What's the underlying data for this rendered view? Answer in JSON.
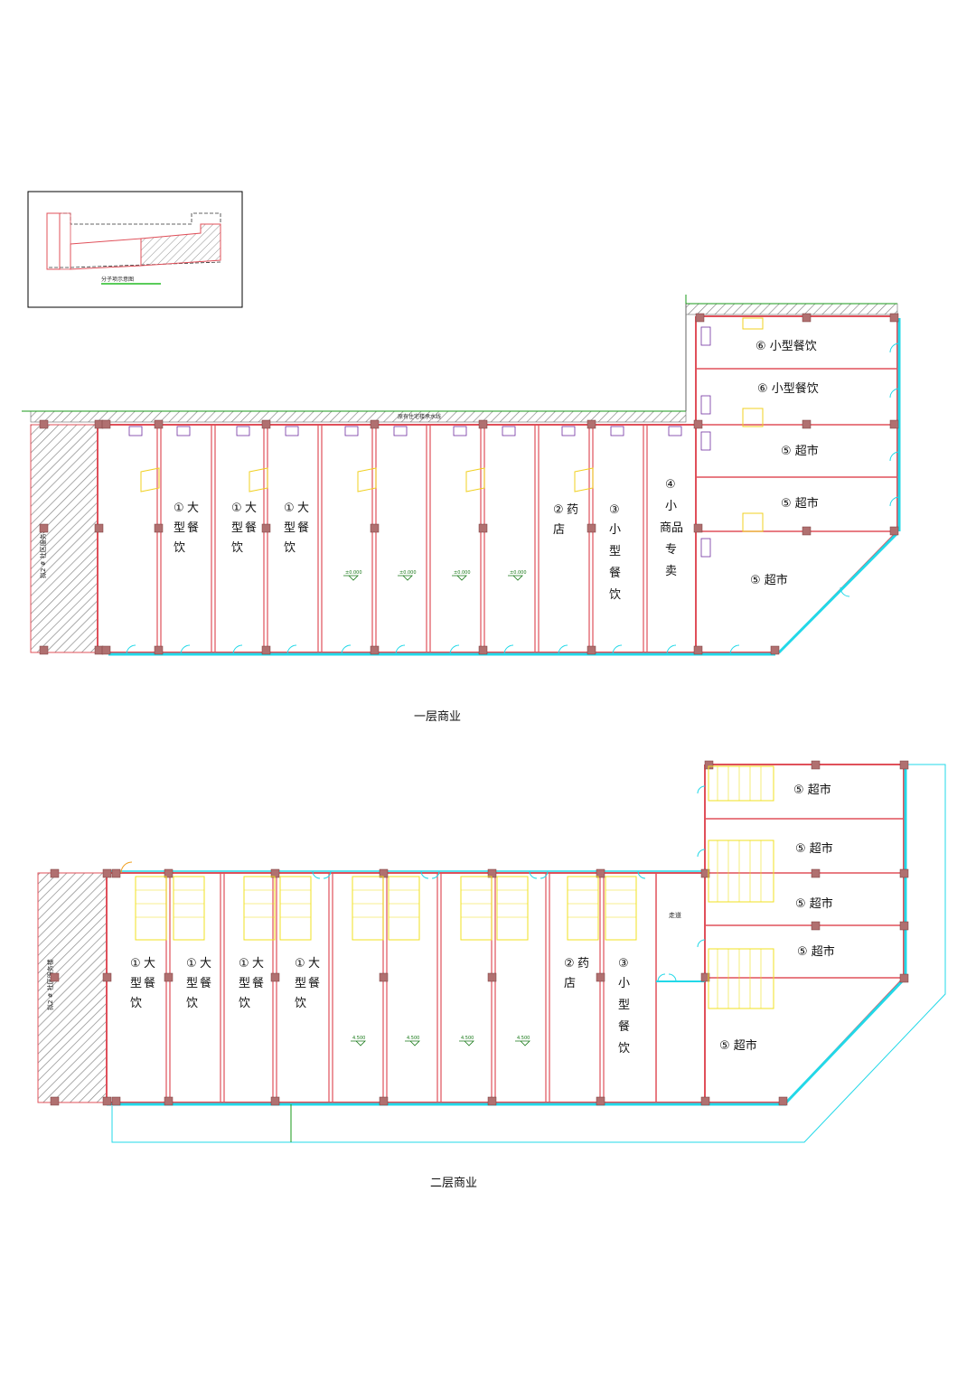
{
  "keyplan": {
    "caption": "分子项示意图"
  },
  "floor1": {
    "caption": "一层商业",
    "top_wall_label": "原有住宅楼承水线",
    "community_label": "拟2 # 社区服务楼",
    "level": "±0.000",
    "unit_labels": [
      [
        "①",
        "大",
        "型",
        "餐",
        "饮"
      ],
      [
        "①",
        "大",
        "型",
        "餐",
        "饮"
      ],
      [
        "①",
        "大",
        "型",
        "餐",
        "饮"
      ],
      [
        "②",
        "药",
        "店"
      ],
      [
        "③",
        "小",
        "型",
        "餐",
        "饮"
      ],
      [
        "④",
        "小",
        "商品",
        "专",
        "卖"
      ]
    ],
    "wing_labels": [
      "⑥ 小型餐饮",
      "⑥ 小型餐饮",
      "⑤ 超市",
      "⑤ 超市",
      "⑤ 超市"
    ]
  },
  "floor2": {
    "caption": "二层商业",
    "community_label": "拟2 # 社区服务楼",
    "corridor_label": "走道",
    "level": "4.500",
    "unit_labels": [
      [
        "①",
        "大",
        "型",
        "餐",
        "饮"
      ],
      [
        "①",
        "大",
        "型",
        "餐",
        "饮"
      ],
      [
        "①",
        "大",
        "型",
        "餐",
        "饮"
      ],
      [
        "①",
        "大",
        "型",
        "餐",
        "饮"
      ],
      [
        "②",
        "药",
        "店"
      ],
      [
        "③",
        "小",
        "型",
        "餐",
        "饮"
      ]
    ],
    "wing_labels": [
      "⑤ 超市",
      "⑤ 超市",
      "⑤ 超市",
      "⑤ 超市",
      "⑤ 超市"
    ]
  },
  "colors": {
    "wall": "#e0505a",
    "column": "#b07070",
    "window": "#22d8e8",
    "stair": "#f0e020",
    "hatch": "#888888",
    "grid": "#1a9a1a"
  }
}
